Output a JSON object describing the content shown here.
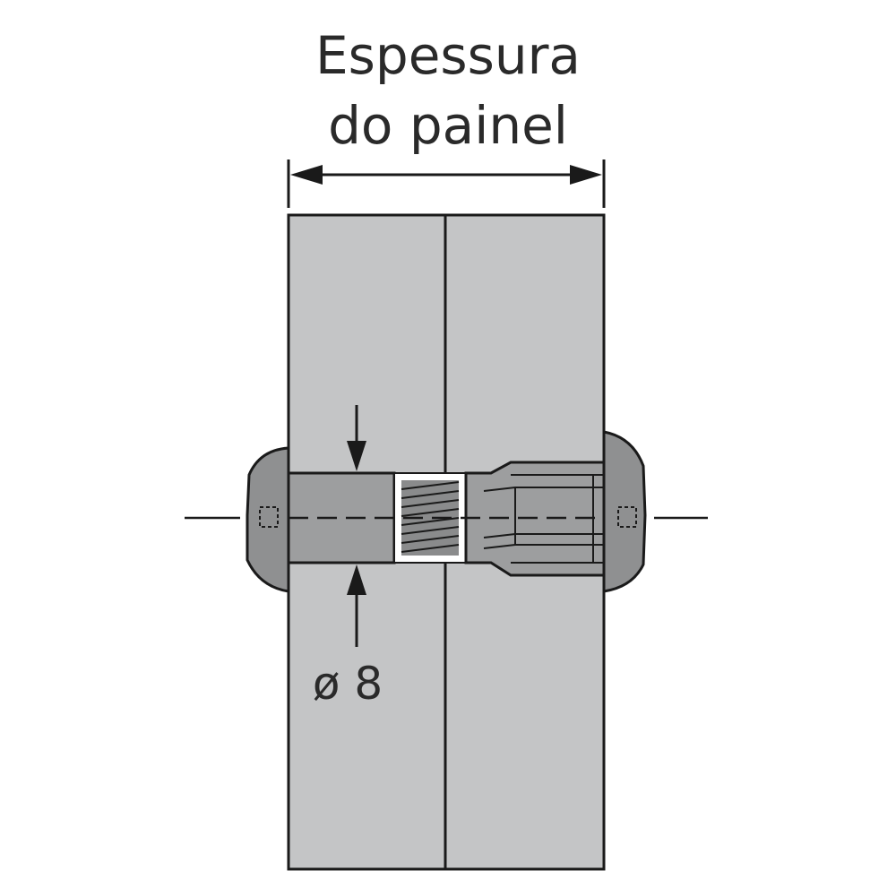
{
  "dimension_label": {
    "line1": "Espessura",
    "line2": "do painel"
  },
  "diameter_label": "ø 8",
  "colors": {
    "panel": "#c4c5c6",
    "connector": "#9d9e9f",
    "cap": "#8f9091",
    "line": "#1a1a1a",
    "background": "#ffffff"
  }
}
